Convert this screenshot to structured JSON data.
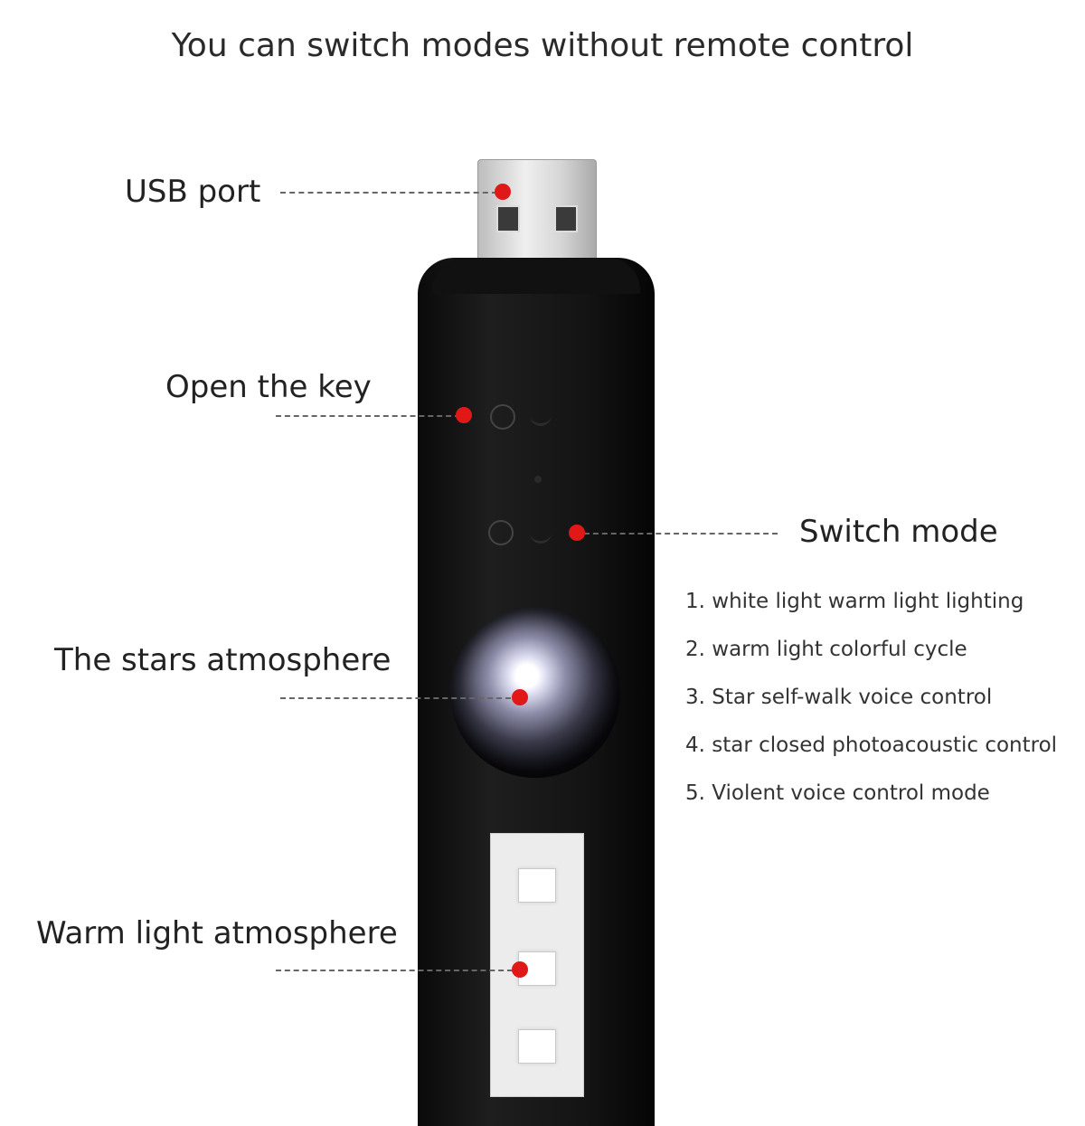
{
  "title": "You can switch modes without remote control",
  "labels": {
    "usb_port": "USB port",
    "open_key": "Open the key",
    "switch_mode": "Switch mode",
    "stars_atmosphere": "The stars atmosphere",
    "warm_light_atmosphere": "Warm light atmosphere"
  },
  "modes": [
    "1. white light warm light lighting",
    "2. warm light colorful cycle",
    "3. Star self-walk voice control",
    "4. star closed photoacoustic control",
    "5. Violent voice control mode"
  ],
  "colors": {
    "pointer_dot": "#e01818",
    "device_body": "#141414"
  },
  "icons": [
    "power-icon",
    "mode-icon"
  ]
}
